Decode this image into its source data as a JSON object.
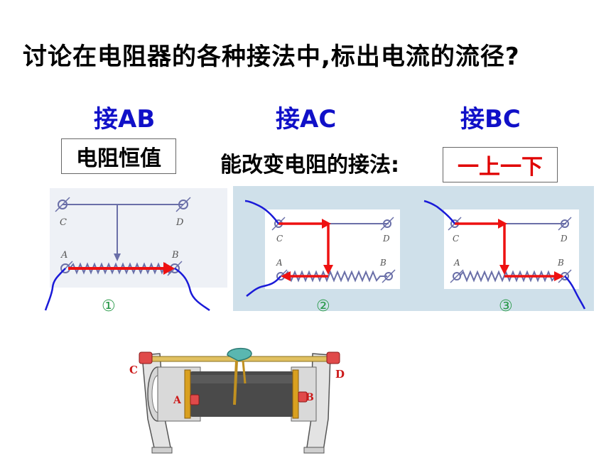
{
  "title": "讨论在电阻器的各种接法中,标出电流的流径?",
  "connections": [
    "接AB",
    "接AC",
    "接BC"
  ],
  "constant_label": "电阻恒值",
  "changeable_label": "能改变电阻的接法:",
  "method_label": "一上一下",
  "terminal_labels": {
    "c": "C",
    "d": "D",
    "a": "A",
    "b": "B"
  },
  "diagram_numbers": [
    "①",
    "②",
    "③"
  ],
  "colors": {
    "title": "#000000",
    "connection": "#1010c8",
    "method": "#e00000",
    "arrow": "#ee1111",
    "wire": "#1a1ad8"
  }
}
